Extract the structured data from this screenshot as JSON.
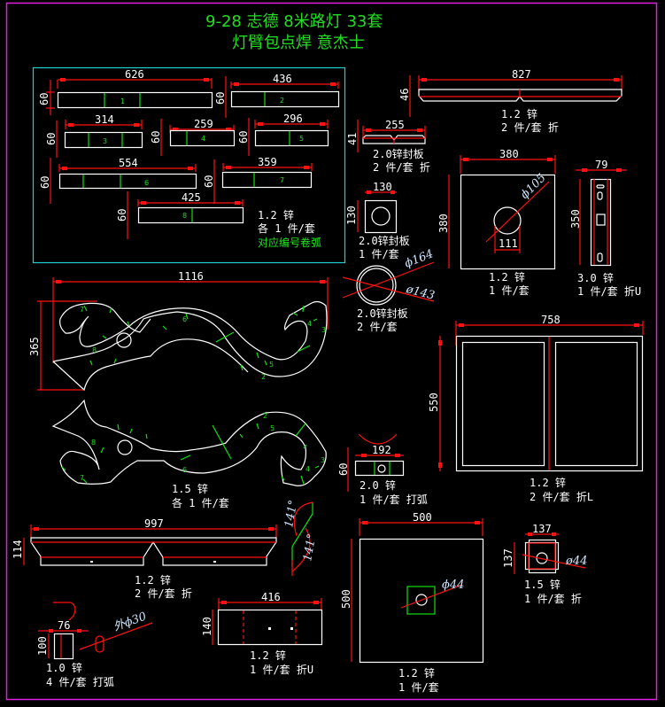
{
  "title": {
    "line1": "9-28 志德 8米路灯  33套",
    "line2": "灯臂包点焊 意杰士"
  },
  "colors": {
    "background": "#000000",
    "frame": "#e020e0",
    "group_box": "#20d0d0",
    "outline": "#ffffff",
    "dimension": "#ff1010",
    "marker": "#10e010"
  },
  "strips": {
    "height_label": "60",
    "items": [
      {
        "number": "1",
        "length": "626"
      },
      {
        "number": "2",
        "length": "436"
      },
      {
        "number": "3",
        "length": "314"
      },
      {
        "number": "4",
        "length": "259"
      },
      {
        "number": "5",
        "length": "296"
      },
      {
        "number": "6",
        "length": "554"
      },
      {
        "number": "7",
        "length": "359"
      },
      {
        "number": "8",
        "length": "425"
      }
    ],
    "note": [
      "1.2 锌",
      "各 1 件/套"
    ],
    "note_green": "对应编号卷弧"
  },
  "parts": {
    "top_bar": {
      "width": "827",
      "height": "46",
      "note": [
        "1.2 锌",
        "2 件/套 折"
      ]
    },
    "small_bar": {
      "width": "255",
      "height": "41",
      "note": [
        "2.0锌封板",
        "2 件/套 折"
      ]
    },
    "square_plate": {
      "width": "380",
      "height": "380",
      "hole_dia": "ϕ105",
      "inner": "111",
      "note": [
        "1.2 锌",
        "1 件/套"
      ]
    },
    "channel": {
      "width": "79",
      "height": "350",
      "note": [
        "3.0 锌",
        "1 件/套 折U"
      ]
    },
    "seal_square": {
      "width": "130",
      "height": "130",
      "note": [
        "2.0锌封板",
        "1 件/套"
      ]
    },
    "ring": {
      "outer": "ϕ164",
      "inner": "ø143",
      "note": [
        "2.0锌封板",
        "2 件/套"
      ]
    },
    "scroll_arm": {
      "width": "1116",
      "height": "365",
      "note": [
        "1.5 锌",
        "各 1 件/套"
      ],
      "upper_marks": [
        "7",
        "8",
        "6",
        "5",
        "2",
        "4",
        "3"
      ],
      "lower_marks": [
        "8",
        "7",
        "6",
        "2",
        "5",
        "4",
        "3"
      ]
    },
    "box_panel": {
      "width": "758",
      "height": "550",
      "note": [
        "1.2 锌",
        "2 件/套 折L"
      ]
    },
    "arc_strip": {
      "width": "192",
      "height": "60",
      "note": [
        "2.0 锌",
        "1 件/套 打弧"
      ]
    },
    "trapezoid": {
      "width": "997",
      "height": "114",
      "note": [
        "1.2 锌",
        "2 件/套 折"
      ]
    },
    "angle_detail": {
      "angle1": "141°",
      "angle2": "141°"
    },
    "small_strip": {
      "width": "76",
      "height": "100",
      "pipe": "外ϕ30",
      "note": [
        "1.0 锌",
        "4 件/套 打弧"
      ]
    },
    "u_plate": {
      "width": "416",
      "height": "140",
      "note": [
        "1.2 锌",
        "1 件/套 折U"
      ]
    },
    "base_plate": {
      "width": "500",
      "height": "500",
      "hole": "ϕ44",
      "note": [
        "1.2 锌",
        "1 件/套"
      ]
    },
    "small_plate": {
      "width": "137",
      "height": "137",
      "hole": "ø44",
      "note": [
        "1.5 锌",
        "1 件/套 折"
      ]
    }
  }
}
